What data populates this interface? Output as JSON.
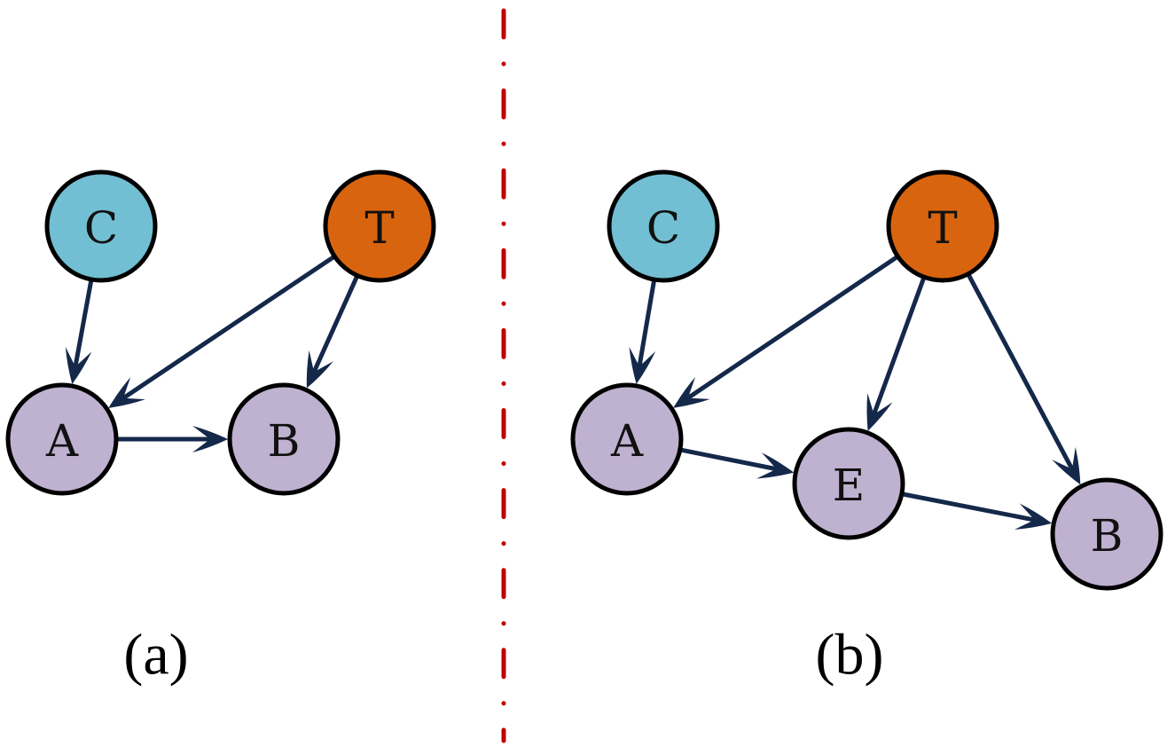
{
  "colors": {
    "C": "#72bfd3",
    "T": "#d9640f",
    "default": "#bfb1d0",
    "edge": "#14284a",
    "divider": "#c00000"
  },
  "panels": [
    {
      "id": "a",
      "caption": "(a)",
      "nodes": [
        {
          "id": "C",
          "label": "C",
          "type": "C"
        },
        {
          "id": "T",
          "label": "T",
          "type": "T"
        },
        {
          "id": "A",
          "label": "A",
          "type": "default"
        },
        {
          "id": "B",
          "label": "B",
          "type": "default"
        }
      ],
      "edges": [
        {
          "from": "C",
          "to": "A"
        },
        {
          "from": "T",
          "to": "A"
        },
        {
          "from": "T",
          "to": "B"
        },
        {
          "from": "A",
          "to": "B"
        }
      ]
    },
    {
      "id": "b",
      "caption": "(b)",
      "nodes": [
        {
          "id": "C",
          "label": "C",
          "type": "C"
        },
        {
          "id": "T",
          "label": "T",
          "type": "T"
        },
        {
          "id": "A",
          "label": "A",
          "type": "default"
        },
        {
          "id": "E",
          "label": "E",
          "type": "default"
        },
        {
          "id": "B",
          "label": "B",
          "type": "default"
        }
      ],
      "edges": [
        {
          "from": "C",
          "to": "A"
        },
        {
          "from": "T",
          "to": "A"
        },
        {
          "from": "T",
          "to": "E"
        },
        {
          "from": "T",
          "to": "B"
        },
        {
          "from": "A",
          "to": "E"
        },
        {
          "from": "E",
          "to": "B"
        }
      ]
    }
  ]
}
